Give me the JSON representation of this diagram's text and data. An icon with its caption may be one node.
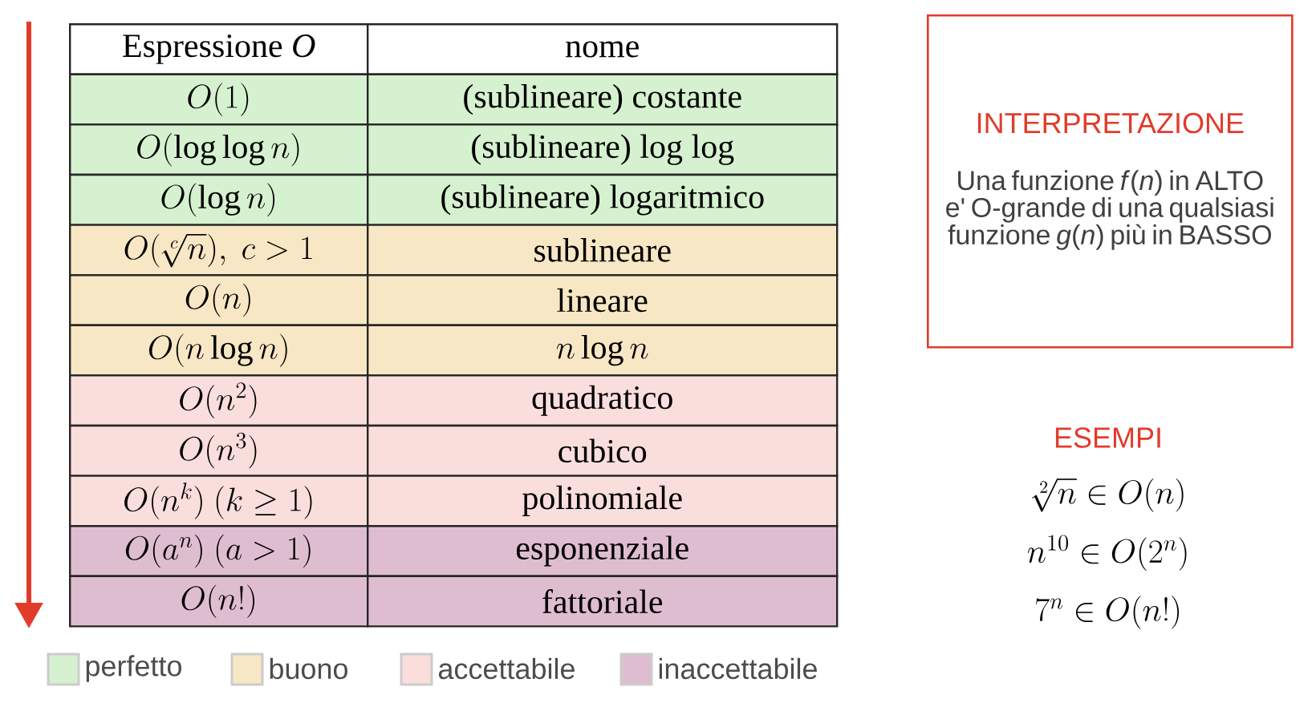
{
  "diagram": {
    "nodes": [
      {
        "text": [
          "INTERPRETAZIONE",
          "Una funzione *f*(*n*) in ALTO e' O-grande di una qualsiasi funzione *g*(*n*) più in BASSO"
        ]
      }
    ],
    "labels": [
      "Espressione *O*",
      "nome",
      "O(1)",
      "(sublineare) costante",
      "O(\\log\\log n)",
      "(sublineare) log log",
      "O(\\log n)",
      "(sublineare) logaritmico",
      "O(\\sqrt[c]{n}),\\ c>1",
      "sublineare",
      "O(n)",
      "lineare",
      "O(n\\log n)",
      "n\\log n",
      "O(n^2)",
      "quadratico",
      "O(n^3)",
      "cubico",
      "O(n^k)\\ (k\\geq 1)",
      "polinomiale",
      "O(a^n)\\ (a>1)",
      "esponenziale",
      "O(n!)",
      "fattoriale",
      "ESEMPI",
      "\\sqrt[2]{n}\\in O(n)",
      "n^{10}\\in O(2^n)",
      "7^n\\in O(n!)"
    ],
    "legend": [
      {
        "text": "perfetto",
        "color": "#d6f1cf"
      },
      {
        "text": "buono",
        "color": "#f8e7c4"
      },
      {
        "text": "accettabile",
        "color": "#f9dedc"
      },
      {
        "text": "inaccettabile",
        "color": "#dfbdd0"
      }
    ]
  }
}
